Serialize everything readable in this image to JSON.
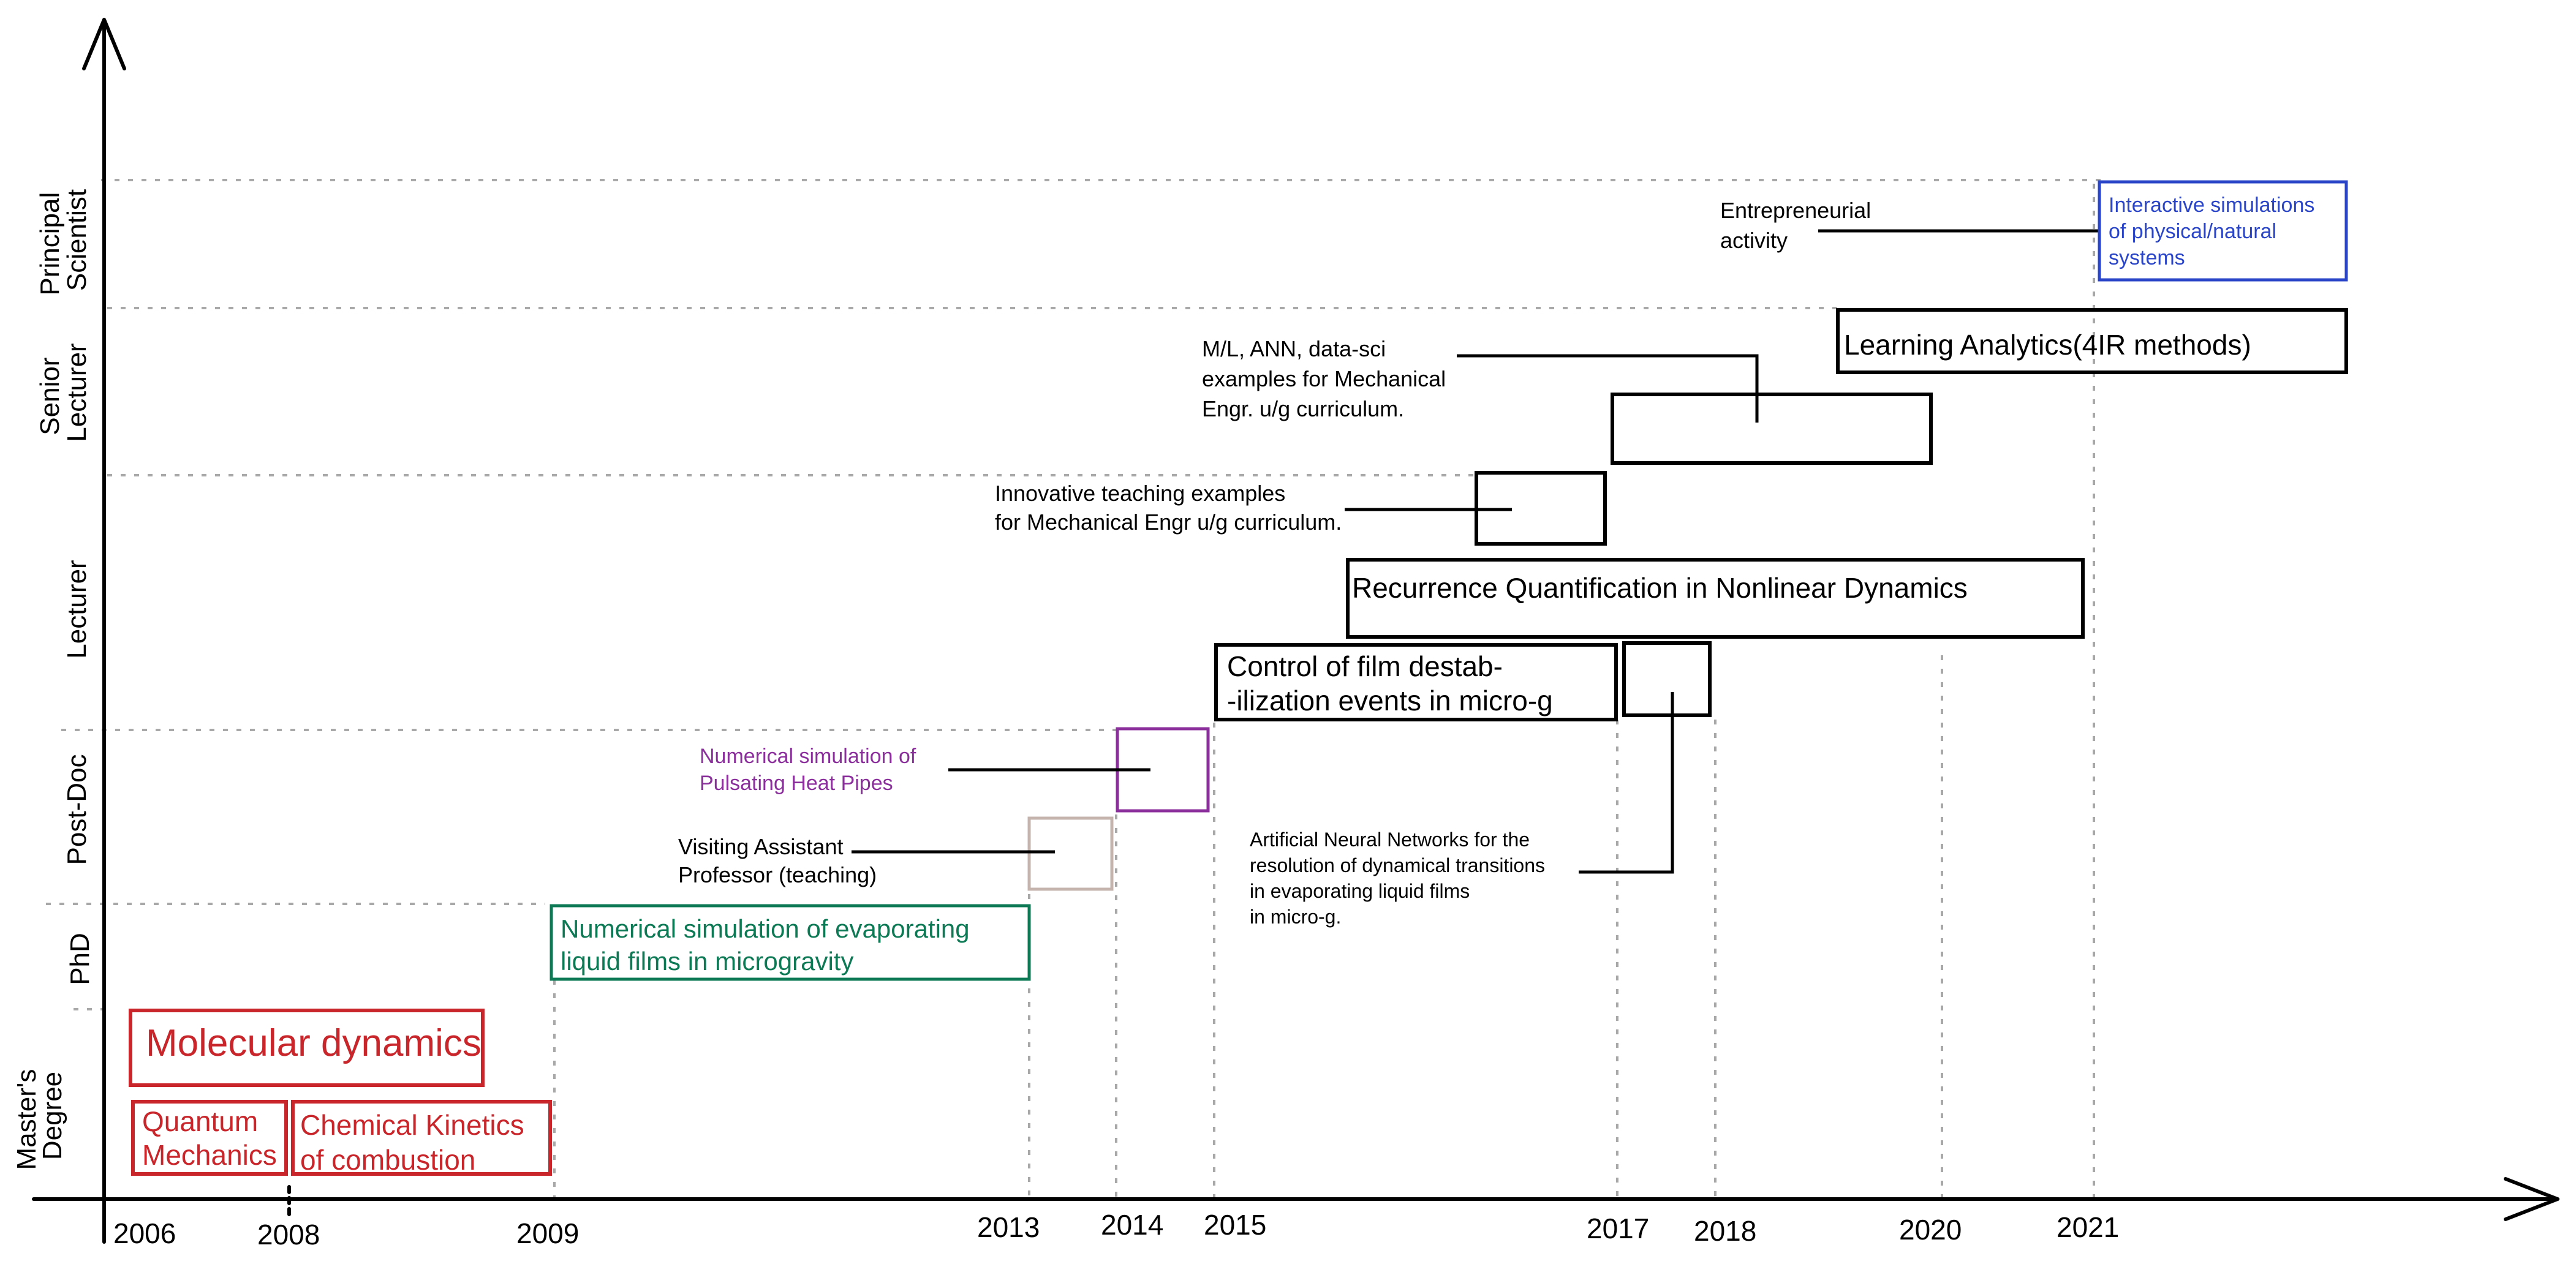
{
  "y_axis": {
    "levels": [
      {
        "key": "masters",
        "lines": [
          "Master's",
          "Degree"
        ]
      },
      {
        "key": "phd",
        "lines": [
          "PhD"
        ]
      },
      {
        "key": "postdoc",
        "lines": [
          "Post-Doc"
        ]
      },
      {
        "key": "lecturer",
        "lines": [
          "Lecturer"
        ]
      },
      {
        "key": "senior",
        "lines": [
          "Senior",
          "Lecturer"
        ]
      },
      {
        "key": "principal",
        "lines": [
          "Principal",
          "Scientist"
        ]
      }
    ]
  },
  "x_axis": {
    "years": [
      "2006",
      "2008",
      "2009",
      "2013",
      "2014",
      "2015",
      "2017",
      "2018",
      "2020",
      "2021"
    ]
  },
  "colors": {
    "masters": "#c8262b",
    "phd": "#0e7a55",
    "visiting": "#c5b4ae",
    "postdoc": "#8b2f9c",
    "interactive": "#2a45c7",
    "axis": "#000000",
    "grid": "#a8a8a8"
  },
  "boxes": {
    "molecular_dynamics": {
      "lines": [
        "Molecular dynamics"
      ]
    },
    "quantum_mechanics": {
      "lines": [
        "Quantum",
        "Mechanics"
      ]
    },
    "chemical_kinetics": {
      "lines": [
        "Chemical Kinetics",
        "of combustion"
      ]
    },
    "phd_research": {
      "lines": [
        "Numerical simulation of evaporating",
        "liquid films in microgravity"
      ]
    },
    "control_film": {
      "lines": [
        "Control of film destab-",
        "-ilization events in micro-g"
      ]
    },
    "recurrence": {
      "lines": [
        "Recurrence Quantification in Nonlinear Dynamics"
      ]
    },
    "learning_analytics": {
      "lines": [
        "Learning Analytics(4IR methods)"
      ]
    },
    "interactive_sims": {
      "lines": [
        "Interactive simulations",
        "of physical/natural",
        "systems"
      ]
    }
  },
  "annotations": {
    "pulsating": {
      "lines": [
        "Numerical simulation of",
        "Pulsating Heat Pipes"
      ]
    },
    "visiting": {
      "lines": [
        "Visiting Assistant",
        "Professor (teaching)"
      ]
    },
    "ann": {
      "lines": [
        "Artificial Neural Networks for the",
        "resolution of dynamical transitions",
        "in evaporating liquid films",
        "in micro-g."
      ]
    },
    "innovative": {
      "lines": [
        "Innovative teaching examples",
        "for Mechanical Engr u/g curriculum."
      ]
    },
    "ml": {
      "lines": [
        "M/L, ANN, data-sci",
        "examples for Mechanical",
        "Engr. u/g curriculum."
      ]
    },
    "entrepreneurial": {
      "lines": [
        "Entrepreneurial",
        "activity"
      ]
    }
  }
}
